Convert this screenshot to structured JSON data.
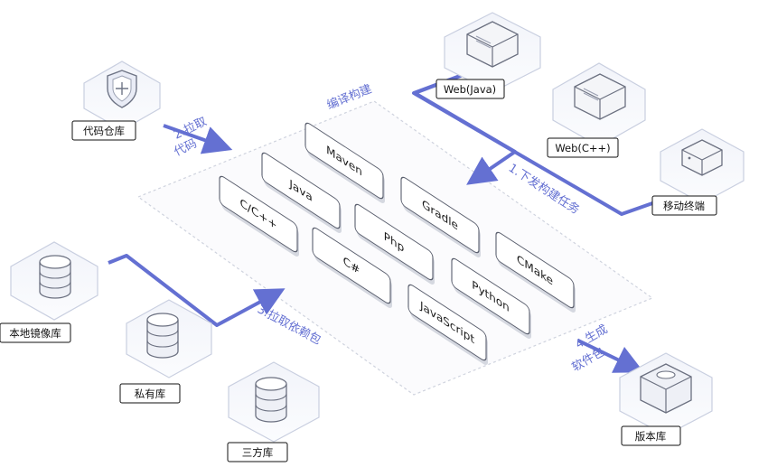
{
  "platform": {
    "title": "编译构建"
  },
  "languages": [
    "Maven",
    "Java",
    "C/C++",
    "Gradle",
    "Php",
    "C#",
    "CMake",
    "Python",
    "JavaScript"
  ],
  "nodes": {
    "code_repo": "代码仓库",
    "web_java": "Web(Java)",
    "web_cpp": "Web(C++)",
    "mobile": "移动终端",
    "local_mirror": "本地镜像库",
    "private_repo": "私有库",
    "third_party": "三方库",
    "version_repo": "版本库"
  },
  "steps": {
    "pull_code_line1": "2.拉取",
    "pull_code_line2": "代码",
    "dispatch": "1.下发构建任务",
    "pull_deps": "3.拉取依赖包",
    "gen_pkg_line1": "4.生成",
    "gen_pkg_line2": "软件包"
  },
  "colors": {
    "accent": "#6470d2",
    "pedestal_stroke": "#c9cfe0",
    "card_shadow": "#d5d8e0"
  }
}
